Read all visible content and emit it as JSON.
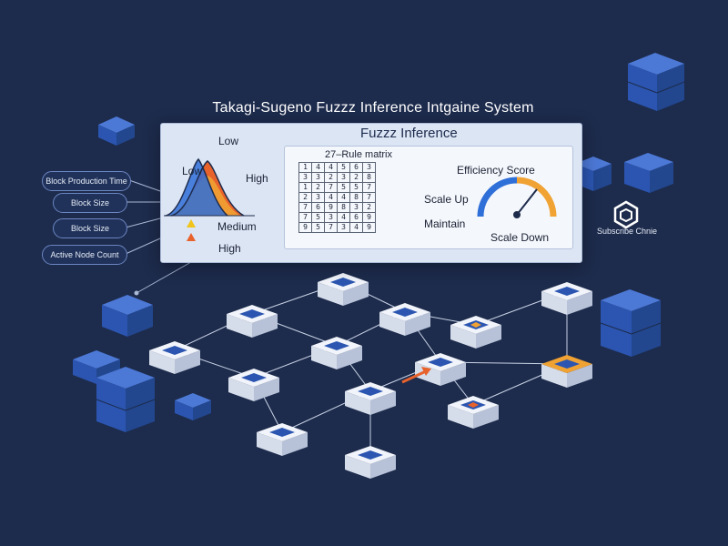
{
  "title": "Takagi-Sugeno Fuzzz Inference Intgaine System",
  "panel": {
    "heading": "Fuzzz Inference",
    "membership": {
      "low_top": "Low",
      "low_left": "Low",
      "high_right": "High",
      "medium": "Medium",
      "high_bottom": "High"
    },
    "matrix": {
      "label": "27–Rule matrix",
      "rows": [
        [
          "1",
          "4",
          "4",
          "5",
          "6",
          "3"
        ],
        [
          "3",
          "3",
          "2",
          "3",
          "2",
          "8"
        ],
        [
          "1",
          "2",
          "7",
          "5",
          "5",
          "7"
        ],
        [
          "2",
          "3",
          "4",
          "4",
          "8",
          "7"
        ],
        [
          "7",
          "6",
          "9",
          "8",
          "3",
          "2"
        ],
        [
          "7",
          "5",
          "3",
          "4",
          "6",
          "9"
        ],
        [
          "9",
          "5",
          "7",
          "3",
          "4",
          "9"
        ]
      ]
    },
    "gauge": {
      "title": "Efficiency Score",
      "scale_up": "Scale Up",
      "maintain": "Maintain",
      "scale_down": "Scale Down",
      "colors": {
        "blue": "#2f6fd8",
        "orange": "#f0a233",
        "needle": "#1d2b4c"
      }
    }
  },
  "inputs": [
    "Block Production Time",
    "Block Size",
    "Block Size",
    "Active Node Count"
  ],
  "subscription": {
    "label": "Subscribe Chnie",
    "icon": "hexagon-outline-icon"
  },
  "colors": {
    "background": "#1d2b4c",
    "cube_blue": "#2b55b0",
    "node_white": "#f1f4fa",
    "highlight_orange": "#f0a233",
    "arrow_orange": "#e8622c"
  }
}
